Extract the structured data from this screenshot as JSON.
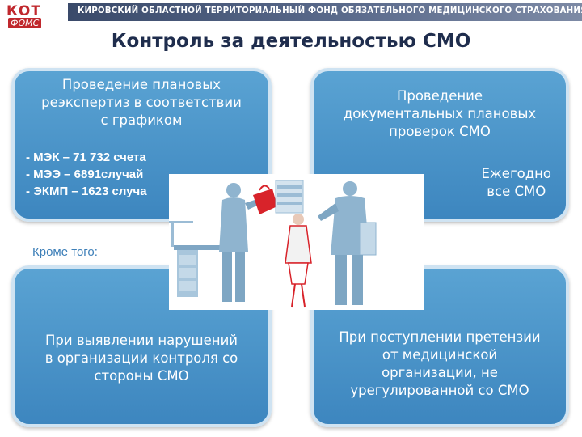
{
  "header": {
    "logo_top": "КОТ",
    "logo_bottom": "ФОМС",
    "banner": "КИРОВСКИЙ ОБЛАСТНОЙ ТЕРРИТОРИАЛЬНЫЙ ФОНД ОБЯЗАТЕЛЬНОГО МЕДИЦИНСКОГО СТРАХОВАНИЯ"
  },
  "title": "Контроль за деятельностью СМО",
  "boxes": {
    "top_left": {
      "heading": [
        "Проведение плановых",
        "реэкспертиз в соответствии",
        "с графиком"
      ],
      "stats": [
        "- МЭК – 71 732 счета",
        "- МЭЭ – 6891случай",
        "- ЭКМП – 1623 случа"
      ]
    },
    "top_right": {
      "heading": [
        "Проведение",
        "документальных плановых",
        "проверок СМО"
      ],
      "yearly": [
        "Ежегодно",
        "все СМО"
      ]
    },
    "bottom_left": {
      "heading": [
        "При выявлении нарушений",
        "в организации контроля со",
        "стороны СМО"
      ]
    },
    "bottom_right": {
      "heading": [
        "При поступлении претензии",
        "от медицинской",
        "организации, не",
        "урегулированной со СМО"
      ]
    }
  },
  "besides": "Кроме того:",
  "colors": {
    "box_blue": "#4a95c9",
    "title": "#1f2d4d",
    "brand_red": "#c0282d",
    "figure_blue": "#8fb4cf",
    "figure_red": "#d8232a"
  },
  "illustration": {
    "icon": "office-people-illustration"
  }
}
